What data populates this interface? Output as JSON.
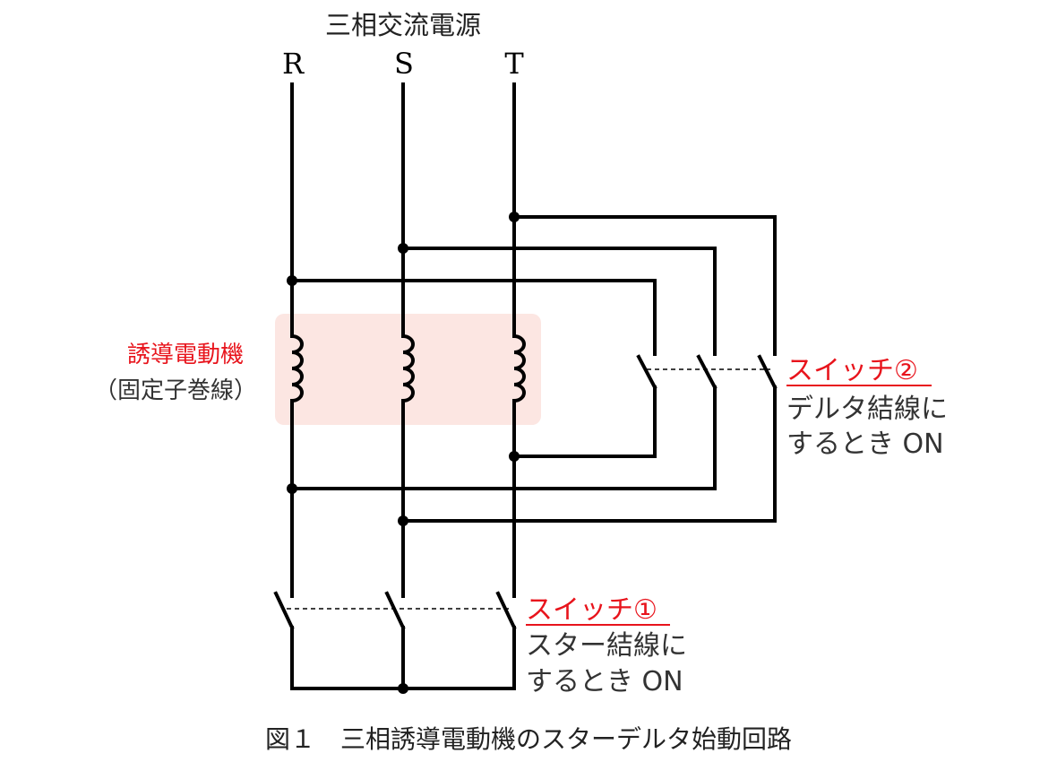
{
  "title": "三相交流電源",
  "phases": [
    "R",
    "S",
    "T"
  ],
  "motor": {
    "label": "誘導電動機",
    "sublabel": "（固定子巻線）",
    "label_color": "#e8141c",
    "box_color": "#fce6e2"
  },
  "switch1": {
    "label": "スイッチ①",
    "desc_line1": "スター結線に",
    "desc_line2": "するとき ON"
  },
  "switch2": {
    "label": "スイッチ②",
    "desc_line1": "デルタ結線に",
    "desc_line2": "するとき ON"
  },
  "caption": "図１　三相誘導電動機のスターデルタ始動回路",
  "colors": {
    "accent_red": "#e8141c",
    "wire": "#000000"
  }
}
